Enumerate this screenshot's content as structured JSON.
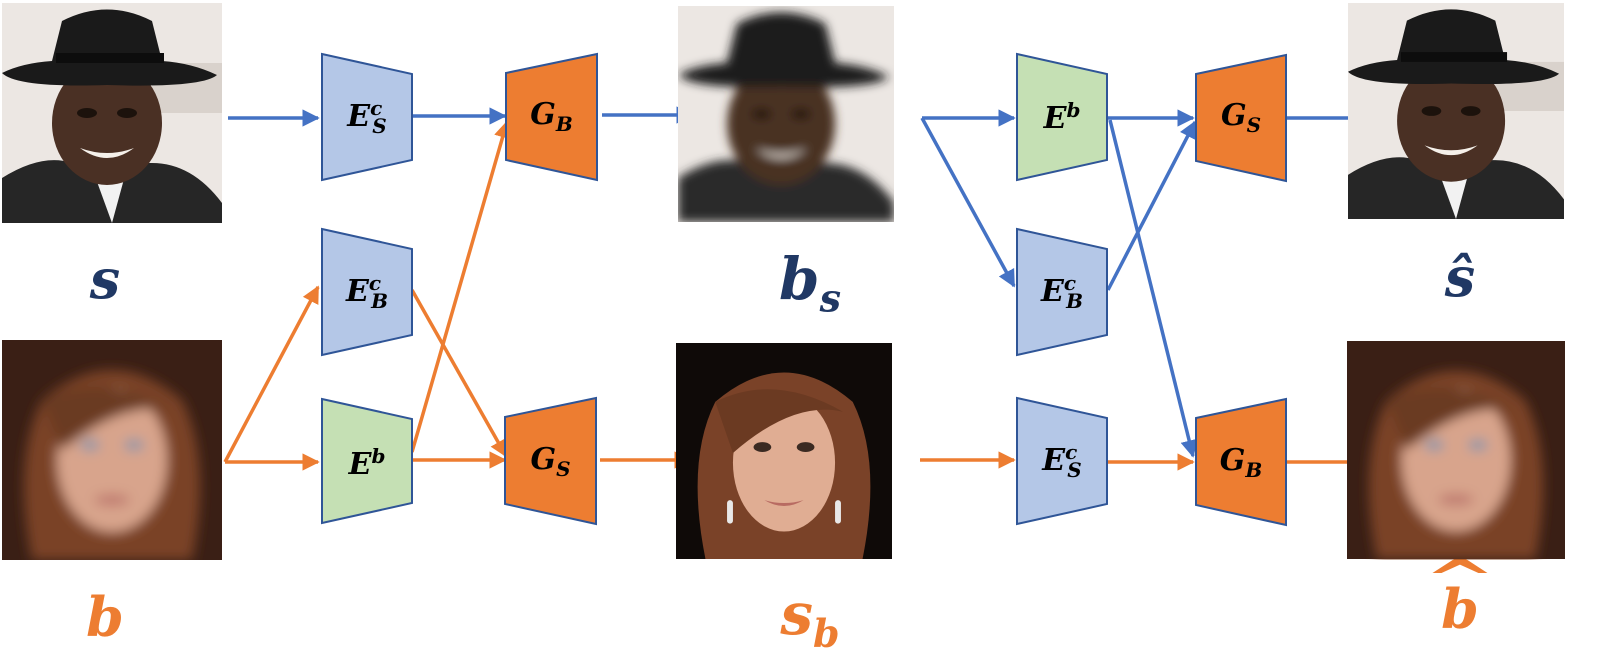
{
  "colors": {
    "blue_arrow": "#4472c4",
    "orange_arrow": "#ed7d31",
    "encoder_content_fill": "#b4c7e7",
    "encoder_blur_fill": "#c5e0b4",
    "generator_fill": "#ed7d31",
    "block_stroke": "#2f5597",
    "label_blue": "#203864",
    "label_orange": "#ed7d31"
  },
  "blocks": {
    "es_c_top": {
      "main": "E",
      "sup": "c",
      "sub": "S"
    },
    "eb_c_mid": {
      "main": "E",
      "sup": "c",
      "sub": "B"
    },
    "e_b_bottom": {
      "main": "E",
      "sup": "b"
    },
    "gb_top": {
      "main": "G",
      "sub": "B"
    },
    "gs_bottom": {
      "main": "G",
      "sub": "S"
    },
    "e_b_top_right": {
      "main": "E",
      "sup": "b"
    },
    "eb_c_mid_right": {
      "main": "E",
      "sup": "c",
      "sub": "B"
    },
    "es_c_bottom_right": {
      "main": "E",
      "sup": "c",
      "sub": "S"
    },
    "gs_top_right": {
      "main": "G",
      "sub": "S"
    },
    "gb_bottom_right": {
      "main": "G",
      "sub": "B"
    }
  },
  "labels": {
    "s": {
      "main": "s"
    },
    "b": {
      "main": "b"
    },
    "b_s": {
      "main": "b",
      "sub": "s"
    },
    "s_b": {
      "main": "s",
      "sub": "b"
    },
    "s_hat": {
      "main": "ŝ"
    },
    "b_hat": {
      "main": "b",
      "accent": "^"
    }
  },
  "images": {
    "sharp_man": {
      "icon": "face-photo-man-hat-sharp"
    },
    "blur_woman": {
      "icon": "face-photo-woman-blurred"
    },
    "blur_man": {
      "icon": "face-photo-man-hat-blurred"
    },
    "sharp_woman": {
      "icon": "face-photo-woman-sharp"
    },
    "recon_man": {
      "icon": "face-photo-man-hat-reconstructed"
    },
    "recon_woman": {
      "icon": "face-photo-woman-reconstructed"
    }
  }
}
